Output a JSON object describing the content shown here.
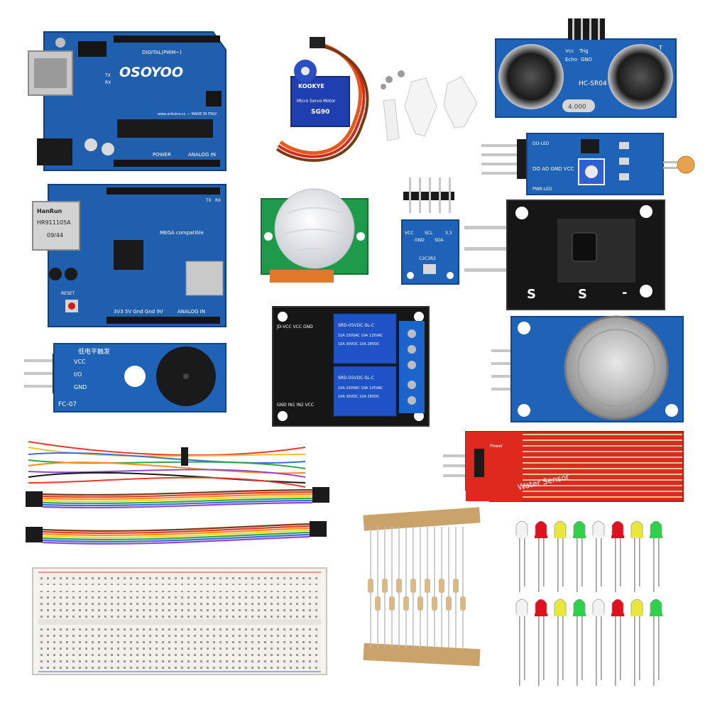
{
  "arduino_uno": {
    "brand": "OSOYOO",
    "digital_header": "DIGITAL(PWM~)",
    "made_in": "www.arduino.cc — MADE IN ITALY",
    "power_label": "POWER",
    "analog_label": "ANALOG IN",
    "tx": "TX",
    "rx": "RX"
  },
  "servo": {
    "brand": "KOOKYE",
    "name": "Micro Servo Motor",
    "model": "SG90"
  },
  "ultrasonic": {
    "model": "HC-SR04",
    "pins": [
      "Vcc",
      "Trig",
      "Echo",
      "GND"
    ],
    "crystal": "4.000",
    "t_mark": "T"
  },
  "light_sensor": {
    "pins": "DO AO GND VCC",
    "top_label": "DO-LED",
    "bottom_label": "PWR-LED"
  },
  "ethernet_shield": {
    "jack_brand": "HanRun",
    "jack_model": "HR911105A",
    "jack_date": "09/44",
    "mega_label": "MEGA compatible",
    "reset_label": "RESET",
    "power_pins": "3V3 5V Gnd Gnd 9V",
    "analog_label": "ANALOG IN",
    "tx": "TX",
    "rx": "RX"
  },
  "i2c_module": {
    "pins": [
      "VCC",
      "GND",
      "SCL",
      "SDA",
      "3.3"
    ],
    "chip": "C2C3R2"
  },
  "temp_module": {
    "pin_s1": "S",
    "pin_s2": "S",
    "pin_minus": "-"
  },
  "buzzer": {
    "pins": [
      "VCC",
      "I/O",
      "GND"
    ],
    "model": "FC-07",
    "cn_label": "低电平触发"
  },
  "relay": {
    "relay_text": [
      "SRD-05VDC-SL-C",
      "10A 250VAC  10A 125VAC",
      "10A 30VDC  10A 28VDC"
    ],
    "pins": "GND IN1 IN2 VCC",
    "jd_label": "JD-VCC VCC GND"
  },
  "water_sensor": {
    "label": "Water Sensor",
    "power_label": "Power"
  },
  "led_colors": [
    "#f2f2f2",
    "#e0101f",
    "#e8e83a",
    "#2ed14a",
    "#f2f2f2",
    "#e0101f",
    "#e8e83a",
    "#2ed14a"
  ]
}
